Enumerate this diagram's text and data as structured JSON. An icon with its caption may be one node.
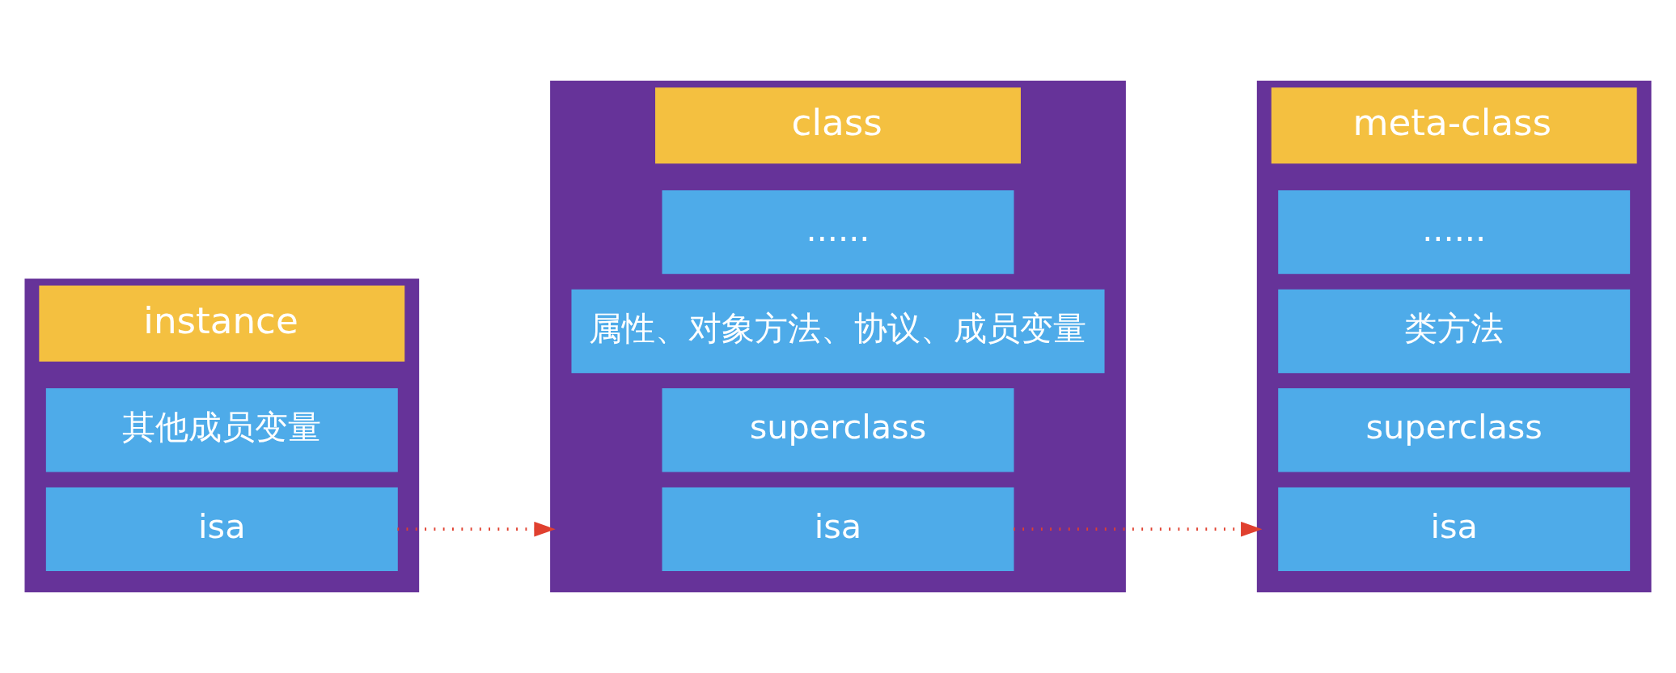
{
  "diagram": {
    "nodes": [
      {
        "text": [
          "instance"
        ]
      },
      {
        "text": [
          "isa"
        ],
        "in": 0
      },
      {
        "text": [
          "其他成员变量"
        ],
        "in": 0
      },
      {
        "text": [
          "class"
        ]
      },
      {
        "text": [
          "isa"
        ],
        "in": 3
      },
      {
        "text": [
          "superclass"
        ],
        "in": 3
      },
      {
        "text": [
          "属性、对象方法、协议、成员变量"
        ],
        "in": 3
      },
      {
        "text": [
          "......"
        ],
        "in": 3
      },
      {
        "text": [
          "meta-class"
        ]
      },
      {
        "text": [
          "isa"
        ],
        "in": 8
      },
      {
        "text": [
          "superclass"
        ],
        "in": 8
      },
      {
        "text": [
          "类方法"
        ],
        "in": 8
      },
      {
        "text": [
          "......"
        ],
        "in": 8
      }
    ],
    "edges": [
      {
        "from": 1,
        "to": 3,
        "arrow": "to",
        "style": "dashed",
        "color": "#e0402f"
      },
      {
        "from": 4,
        "to": 8,
        "arrow": "to",
        "style": "dashed",
        "color": "#e0402f"
      }
    ]
  }
}
